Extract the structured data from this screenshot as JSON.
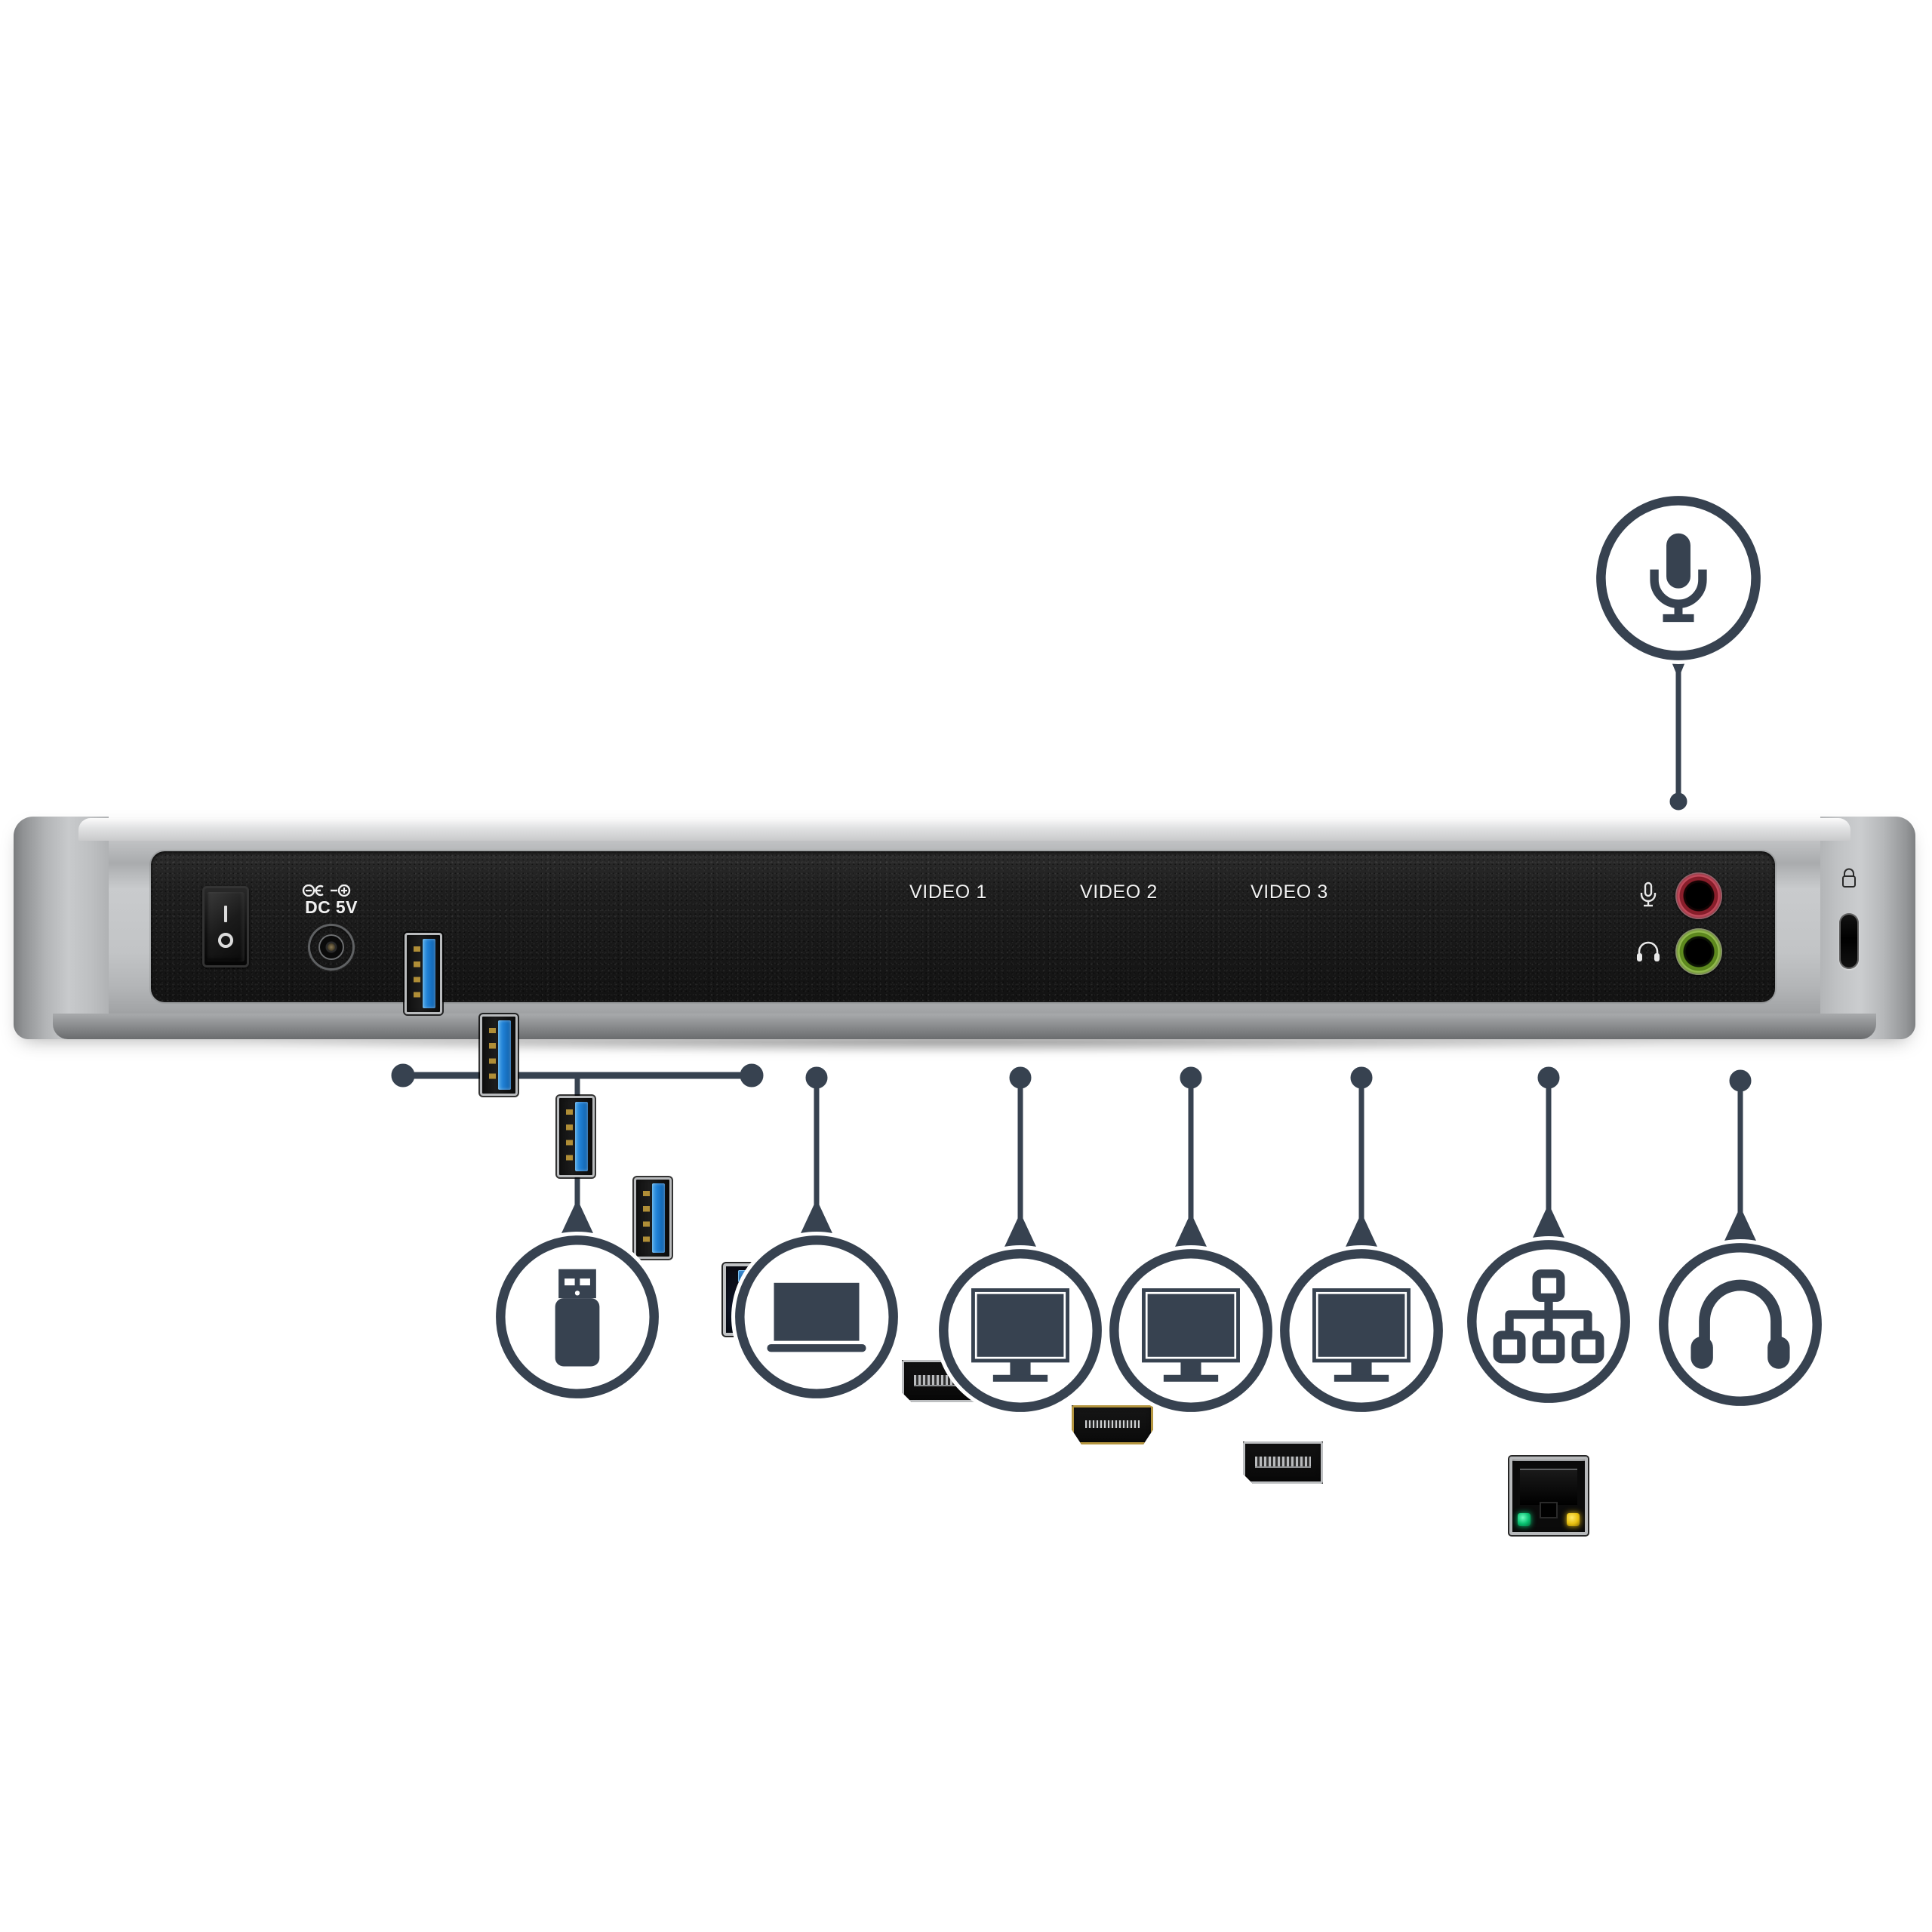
{
  "product": {
    "type": "usb-3-docking-station-rear-panel",
    "body_color": "#bdbfc1",
    "panel_color": "#1a1a1a",
    "callout_color": "#374250"
  },
  "panel_labels": {
    "dc_power": "DC 5V",
    "video_1": "VIDEO 1",
    "video_2": "VIDEO 2",
    "video_3": "VIDEO 3"
  },
  "ports": [
    {
      "id": "power-switch",
      "name": "power-rocker-switch",
      "label": "",
      "icon": "power-switch-icon"
    },
    {
      "id": "dc-in",
      "name": "dc-power-jack",
      "label": "DC 5V",
      "icon": "dc-polarity-icon"
    },
    {
      "id": "usb-a-1",
      "name": "usb-a-port-1",
      "label": "",
      "icon": "usb-a-icon"
    },
    {
      "id": "usb-a-2",
      "name": "usb-a-port-2",
      "label": "",
      "icon": "usb-a-icon"
    },
    {
      "id": "usb-a-3",
      "name": "usb-a-port-3",
      "label": "",
      "icon": "usb-a-icon"
    },
    {
      "id": "usb-a-4",
      "name": "usb-a-port-4",
      "label": "",
      "icon": "usb-a-icon"
    },
    {
      "id": "usb-b-host",
      "name": "usb-b-upstream-port",
      "label": "",
      "icon": "usb-b-icon"
    },
    {
      "id": "video-1",
      "name": "displayport-1",
      "label": "VIDEO 1",
      "icon": "displayport-icon"
    },
    {
      "id": "video-2",
      "name": "hdmi-port",
      "label": "VIDEO 2",
      "icon": "hdmi-icon"
    },
    {
      "id": "video-3",
      "name": "displayport-2",
      "label": "VIDEO 3",
      "icon": "displayport-icon"
    },
    {
      "id": "ethernet",
      "name": "rj45-ethernet-port",
      "label": "",
      "icon": "rj45-icon"
    },
    {
      "id": "mic-in",
      "name": "microphone-jack",
      "label": "",
      "icon": "microphone-icon"
    },
    {
      "id": "headphone-out",
      "name": "headphone-jack",
      "label": "",
      "icon": "headphone-icon"
    },
    {
      "id": "lock-slot",
      "name": "kensington-lock-slot",
      "label": "",
      "icon": "lock-icon"
    }
  ],
  "callouts": [
    {
      "id": "microphone",
      "icon": "microphone-icon",
      "position": "above",
      "anchor_port": "mic-in"
    },
    {
      "id": "usb-devices",
      "icon": "usb-flash-drive-icon",
      "position": "below",
      "anchor_port": "usb-a-ports"
    },
    {
      "id": "laptop",
      "icon": "laptop-icon",
      "position": "below",
      "anchor_port": "usb-b-host"
    },
    {
      "id": "monitor-1",
      "icon": "monitor-icon",
      "position": "below",
      "anchor_port": "video-1"
    },
    {
      "id": "monitor-2",
      "icon": "monitor-icon",
      "position": "below",
      "anchor_port": "video-2"
    },
    {
      "id": "monitor-3",
      "icon": "monitor-icon",
      "position": "below",
      "anchor_port": "video-3"
    },
    {
      "id": "network",
      "icon": "network-hierarchy-icon",
      "position": "below",
      "anchor_port": "ethernet"
    },
    {
      "id": "headphones",
      "icon": "headphone-icon",
      "position": "below",
      "anchor_port": "headphone-out"
    }
  ]
}
